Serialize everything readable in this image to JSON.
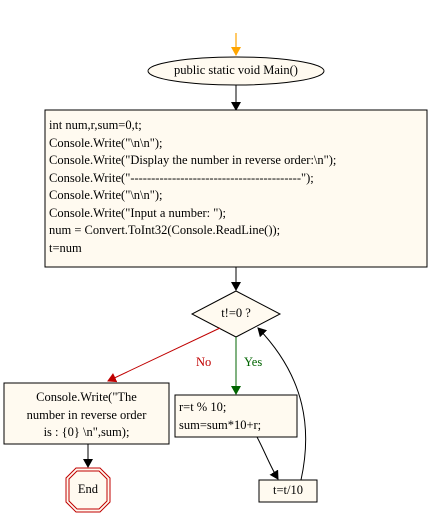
{
  "colors": {
    "node_fill": "#fffaf0",
    "node_stroke": "#000000",
    "start_arrow": "#ffa500",
    "no_edge": "#c00000",
    "yes_edge": "#006400",
    "end_stroke": "#c00000",
    "arrow": "#000000"
  },
  "nodes": {
    "start": {
      "label": "public static void Main()"
    },
    "init": {
      "lines": [
        "int num,r,sum=0,t;",
        "Console.Write(\"\\n\\n\");",
        "Console.Write(\"Display the number in reverse order:\\n\");",
        "Console.Write(\"-----------------------------------------\");",
        "Console.Write(\"\\n\\n\");",
        "Console.Write(\"Input a number: \");",
        "num = Convert.ToInt32(Console.ReadLine());",
        "t=num"
      ]
    },
    "condition": {
      "label": "t!=0 ?"
    },
    "output": {
      "lines": [
        "Console.Write(\"The",
        "number in reverse order",
        "is : {0} \\n\",sum);"
      ]
    },
    "loop_body": {
      "lines": [
        "r=t % 10;",
        "sum=sum*10+r;"
      ]
    },
    "update": {
      "label": "t=t/10"
    },
    "end": {
      "label": "End"
    }
  },
  "edges": {
    "no_label": "No",
    "yes_label": "Yes"
  }
}
